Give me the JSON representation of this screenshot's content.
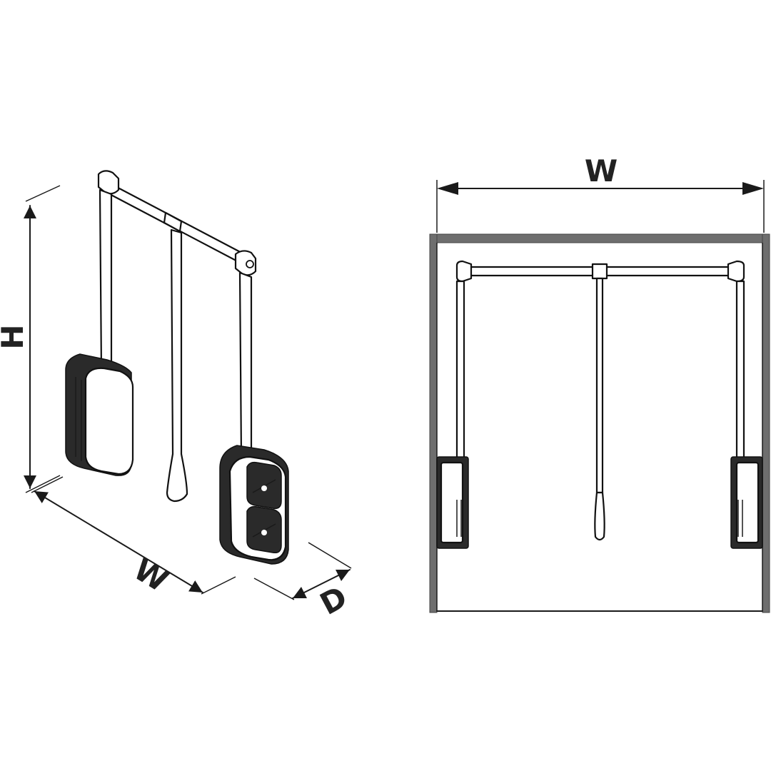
{
  "dimensions": {
    "iso_height_label": "H",
    "iso_width_label": "W",
    "iso_depth_label": "D",
    "front_width_label": "W"
  },
  "colors": {
    "line": "#1a1a1a",
    "wall": "#6e6e6e",
    "mechanism": "#2a2a2a"
  }
}
